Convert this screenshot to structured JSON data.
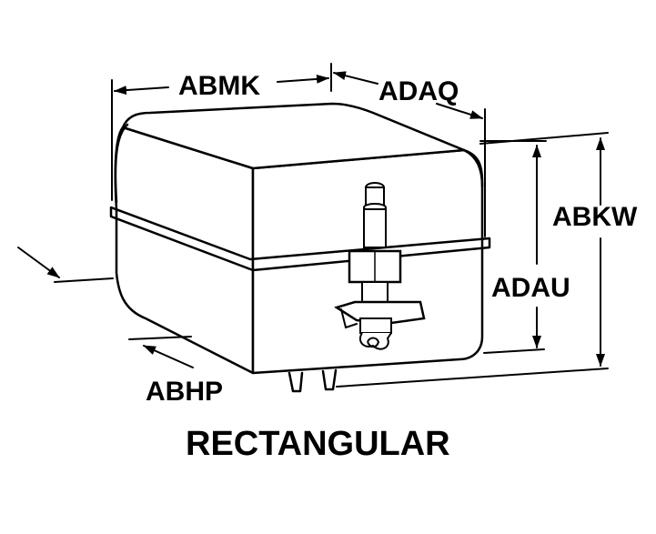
{
  "diagram": {
    "caption": "RECTANGULAR",
    "dimensions": {
      "top_width": "ABMK",
      "top_depth": "ADAQ",
      "overall_height": "ABKW",
      "body_height": "ADAU",
      "bottom_depth": "ABHP"
    },
    "colors": {
      "line": "#000000",
      "background": "#ffffff"
    }
  }
}
